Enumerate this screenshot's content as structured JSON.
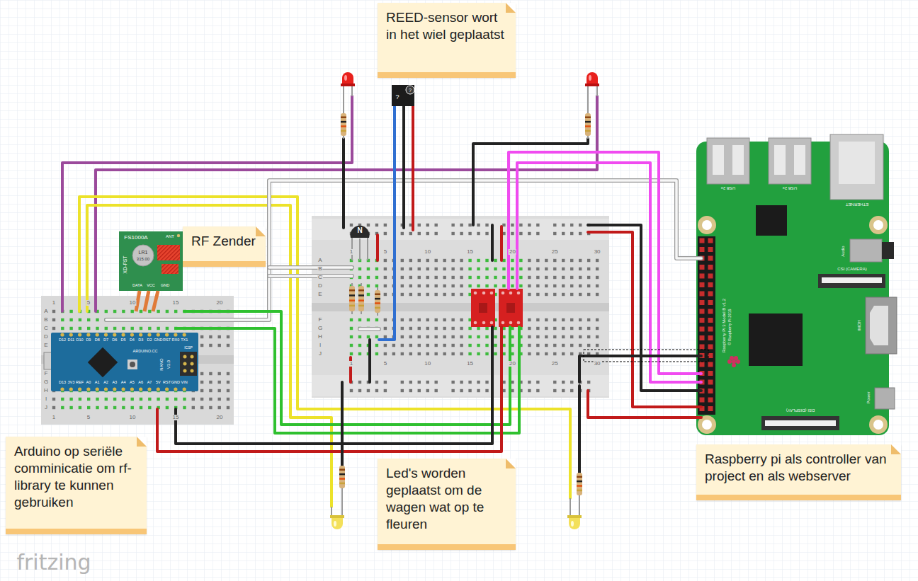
{
  "diagram": {
    "nodes": [
      {
        "text": [
          "REED-sensor wort in het wiel geplaatst"
        ]
      },
      {
        "text": [
          "RF Zender"
        ]
      },
      {
        "text": [
          "Arduino op seriële comminicatie om rf-library te kunnen gebruiken"
        ]
      },
      {
        "text": [
          "Led's worden geplaatst om de wagen wat op te fleuren"
        ]
      },
      {
        "text": [
          "Raspberry pi als controller van project en als webserver"
        ]
      }
    ],
    "labels": [
      "FS1000A",
      "ANT",
      "XD-FST",
      "LR1",
      "315.00",
      "DATA",
      "VCC",
      "GND",
      "1",
      "5",
      "10",
      "15",
      "20",
      "1",
      "5",
      "10",
      "15",
      "20",
      "A",
      "B",
      "C",
      "D",
      "E",
      "F",
      "G",
      "H",
      "I",
      "J",
      "D12",
      "D11",
      "D10",
      "D9",
      "D8",
      "D7",
      "D6",
      "D5",
      "D4",
      "D3",
      "D2",
      "GND",
      "RST",
      "RX0",
      "TX1",
      "D13",
      "3V3",
      "REF",
      "A0",
      "A1",
      "A2",
      "A3",
      "A4",
      "A5",
      "A6",
      "A7",
      "5V",
      "RST",
      "GND",
      "VIN",
      "ARDUINO.CC",
      "NANO",
      "V3.0",
      "ICSP",
      "1",
      "5",
      "10",
      "15",
      "20",
      "25",
      "30",
      "1",
      "5",
      "10",
      "15",
      "20",
      "25",
      "30",
      "A",
      "B",
      "C",
      "D",
      "E",
      "F",
      "G",
      "H",
      "I",
      "J",
      "N",
      "?",
      "?",
      "USB 2x",
      "USB 2x",
      "ETHERNET",
      "Audio",
      "CSI (CAMERA)",
      "HDMI",
      "Power",
      "DSI (DISPLAY)",
      "Raspberry Pi 3 Model B v1.2",
      "© Raspberry Pi 2015",
      "fritzing"
    ]
  }
}
